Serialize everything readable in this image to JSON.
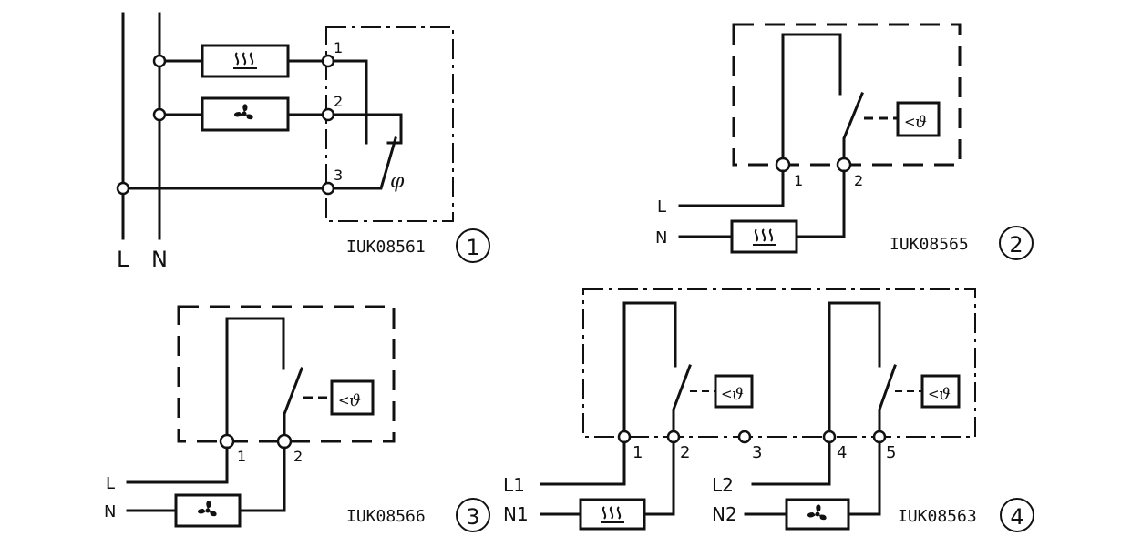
{
  "diagram_1": {
    "code": "IUK08561",
    "number": "1",
    "terminals": [
      "1",
      "2",
      "3"
    ],
    "supply_labels": [
      "L",
      "N"
    ],
    "thermostat_symbol": "φ",
    "heater_icon": "heater-icon",
    "fan_icon": "fan-icon"
  },
  "diagram_2": {
    "code": "IUK08565",
    "number": "2",
    "terminals": [
      "1",
      "2"
    ],
    "supply_labels": [
      "L",
      "N"
    ],
    "load_icon": "heater-icon",
    "sensor_icon": "temperature-sensor-icon"
  },
  "diagram_3": {
    "code": "IUK08566",
    "number": "3",
    "terminals": [
      "1",
      "2"
    ],
    "supply_labels": [
      "L",
      "N"
    ],
    "load_icon": "fan-icon",
    "sensor_icon": "temperature-sensor-icon"
  },
  "diagram_4": {
    "code": "IUK08563",
    "number": "4",
    "terminals": [
      "1",
      "2",
      "3",
      "4",
      "5"
    ],
    "supply_labels": [
      "L1",
      "N1",
      "L2",
      "N2"
    ],
    "load_icons": [
      "heater-icon",
      "fan-icon"
    ],
    "sensor_icon": "temperature-sensor-icon"
  }
}
